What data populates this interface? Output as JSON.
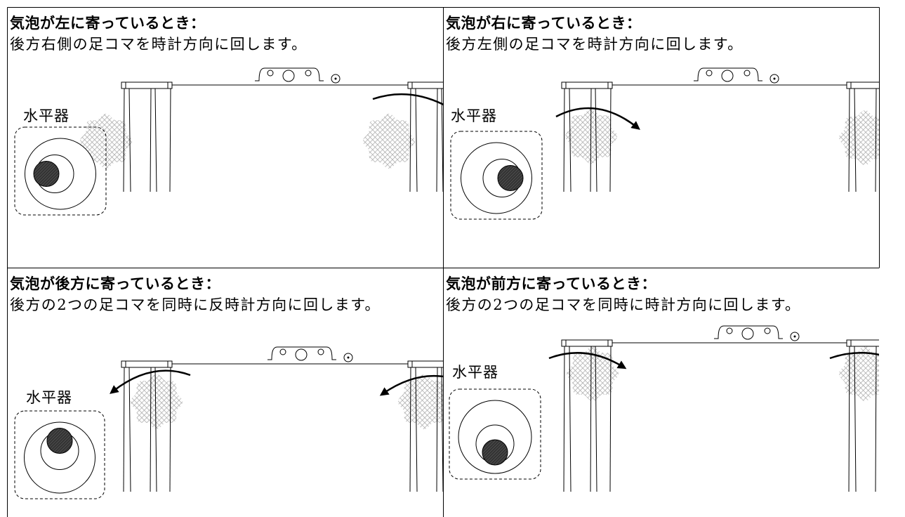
{
  "panels": [
    {
      "title": "気泡が左に寄っているとき：",
      "description": "後方右側の足コマを時計方向に回します。",
      "level_label": "水平器",
      "bubble": "left",
      "rotating_foot": "rear-right",
      "rotation": "clockwise"
    },
    {
      "title": "気泡が右に寄っているとき：",
      "description": "後方左側の足コマを時計方向に回します。",
      "level_label": "水平器",
      "bubble": "right",
      "rotating_foot": "rear-left",
      "rotation": "clockwise"
    },
    {
      "title": "気泡が後方に寄っているとき：",
      "description": "後方の2つの足コマを同時に反時計方向に回します。",
      "level_label": "水平器",
      "bubble": "rear",
      "rotating_foot": "rear-both",
      "rotation": "counterclockwise"
    },
    {
      "title": "気泡が前方に寄っているとき：",
      "description": "後方の2つの足コマを同時に時計方向に回します。",
      "level_label": "水平器",
      "bubble": "front",
      "rotating_foot": "rear-both",
      "rotation": "clockwise"
    }
  ],
  "colors": {
    "line": "#000000",
    "bubble": "#333333",
    "foot_hatch": "#a6a6a6"
  }
}
